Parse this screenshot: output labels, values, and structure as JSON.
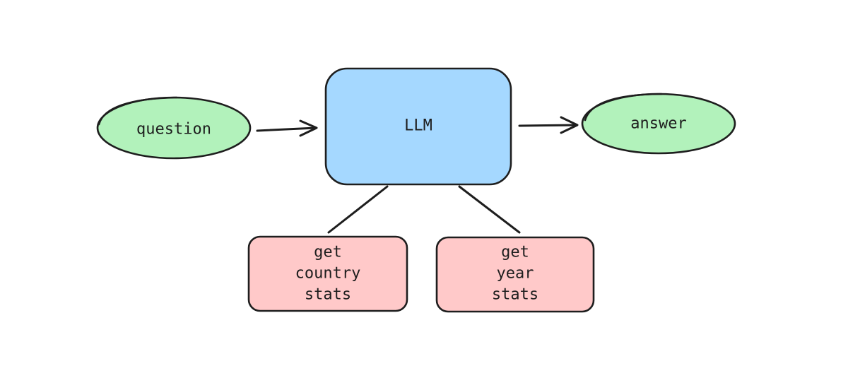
{
  "colors": {
    "input_output_fill": "#b2f2bb",
    "model_fill": "#a5d8ff",
    "tool_fill": "#ffc9c9",
    "stroke": "#1e1e1e",
    "background": "#ffffff"
  },
  "nodes": {
    "question": {
      "label": "question"
    },
    "llm": {
      "label": "LLM"
    },
    "answer": {
      "label": "answer"
    },
    "country_tool": {
      "lines": [
        "get",
        "country",
        "stats"
      ]
    },
    "year_tool": {
      "lines": [
        "get",
        "year",
        "stats"
      ]
    }
  }
}
